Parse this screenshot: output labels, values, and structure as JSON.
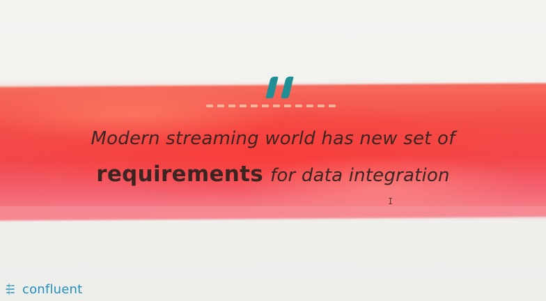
{
  "slide": {
    "quote_line_1": "Modern streaming world has new set of",
    "quote_emphasis": "requirements",
    "quote_line_2_rest": "for data integration",
    "quote_mark_icon": "quote-mark-icon",
    "cursor_glyph": "I"
  },
  "brand": {
    "logo_text": "confluent",
    "logo_icon": "confluent-logo-icon",
    "accent_color": "#1e8fbf",
    "quote_color": "#1f8f95",
    "band_color": "#f2474a"
  }
}
